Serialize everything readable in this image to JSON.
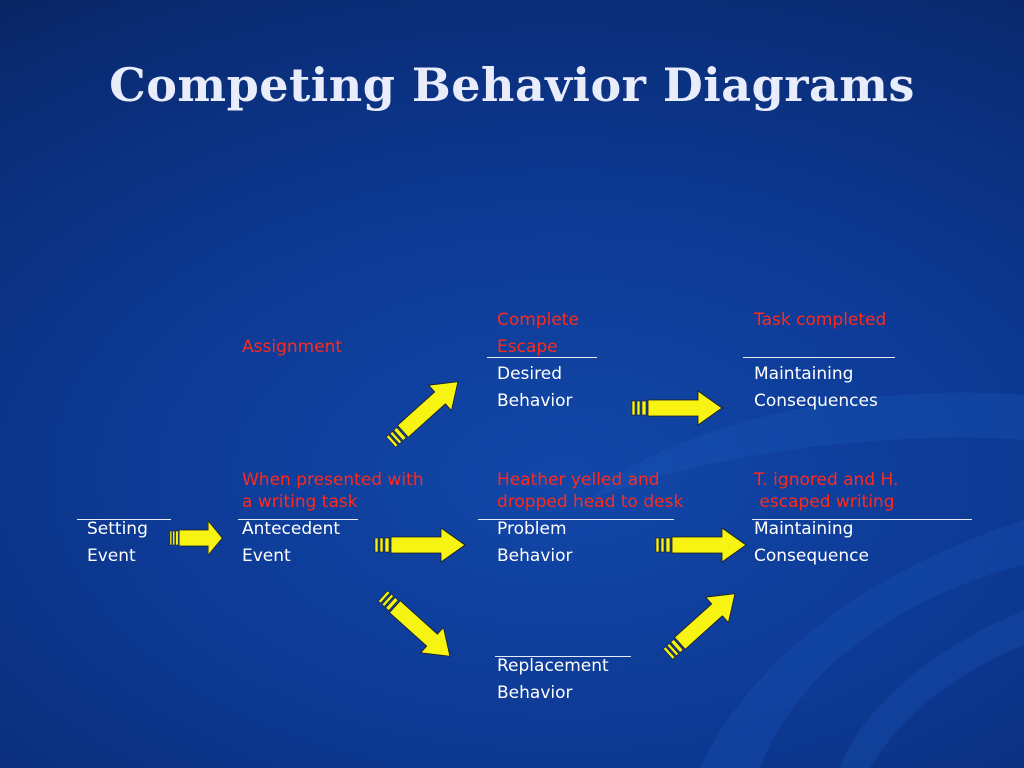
{
  "title": "Competing Behavior Diagrams",
  "colors": {
    "background": "#0d3a95",
    "title": "#e8ecfb",
    "label": "#ffffff",
    "example_text": "#ff2a1a",
    "arrow_fill": "#f7f313"
  },
  "setting_event": {
    "line1": "Setting",
    "line2": "Event"
  },
  "antecedent": {
    "example_line1": "When presented with",
    "example_line2": "a writing task",
    "line1": "Antecedent",
    "line2": "Event"
  },
  "assignment": {
    "example": "Assignment"
  },
  "desired_behavior": {
    "example_line1": "Complete",
    "example_line2": "Escape",
    "line1": "Desired",
    "line2": "Behavior"
  },
  "maintaining_consequences_top": {
    "example": "Task completed",
    "line1": "Maintaining",
    "line2": "Consequences"
  },
  "problem_behavior": {
    "example_line1": "Heather yelled and",
    "example_line2": "dropped head to desk",
    "line1": "Problem",
    "line2": "Behavior"
  },
  "maintaining_consequence": {
    "example_line1": "T. ignored and H.",
    "example_line2": " escaped writing",
    "line1": "Maintaining",
    "line2": "Consequence"
  },
  "replacement_behavior": {
    "line1": "Replacement",
    "line2": "Behavior"
  },
  "arrow_icon": "striped-block-arrow"
}
